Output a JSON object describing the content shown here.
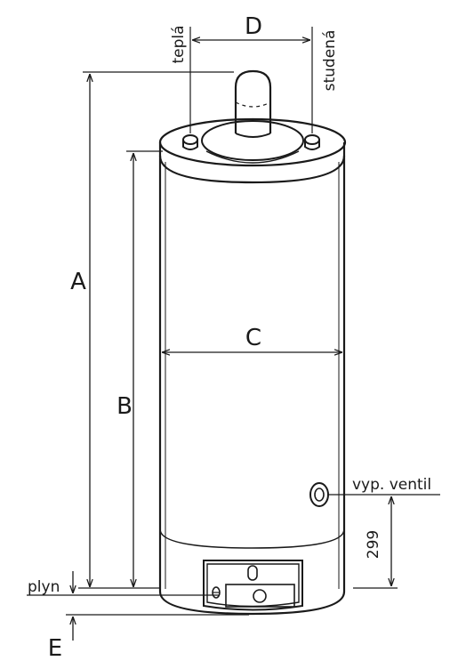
{
  "dimensions": {
    "A": "A",
    "B": "B",
    "C": "C",
    "D": "D",
    "E": "E",
    "height_299": "299"
  },
  "labels": {
    "hot": "teplá",
    "cold": "studená",
    "valve": "vyp. ventil",
    "gas": "plyn"
  },
  "colors": {
    "line": "#1a1a1a",
    "background": "#ffffff"
  }
}
